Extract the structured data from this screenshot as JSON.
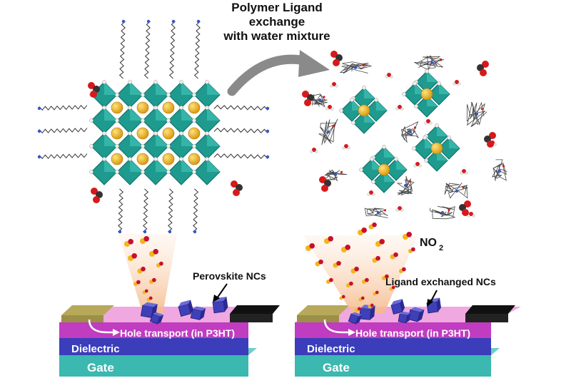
{
  "figure": {
    "process_title": [
      "Polymer Ligand",
      "exchange",
      "with water mixture"
    ],
    "no2_label": "NO",
    "no2_subscript": "2",
    "left_device": {
      "nc_label": "Perovskite NCs",
      "hole_transport": "Hole transport (in P3HT)",
      "dielectric": "Dielectric",
      "gate": "Gate"
    },
    "right_device": {
      "nc_label": "Ligand exchanged NCs",
      "hole_transport": "Hole transport (in P3HT)",
      "dielectric": "Dielectric",
      "gate": "Gate"
    },
    "colors": {
      "octahedron": "#1e9a8e",
      "octahedron_dark": "#0f6e66",
      "cation": "#f2b51c",
      "oxygen": "#d7191c",
      "carbon": "#333333",
      "gate": "#3bb8b0",
      "dielectric": "#3b3dbb",
      "p3ht": "#c03cc0",
      "p3ht_light": "#f0a8e0",
      "electrode_gold": "#b8a85a",
      "electrode_black": "#111111",
      "nc_cube": "#3f3fb8",
      "plume": "#f7c9a0"
    }
  }
}
